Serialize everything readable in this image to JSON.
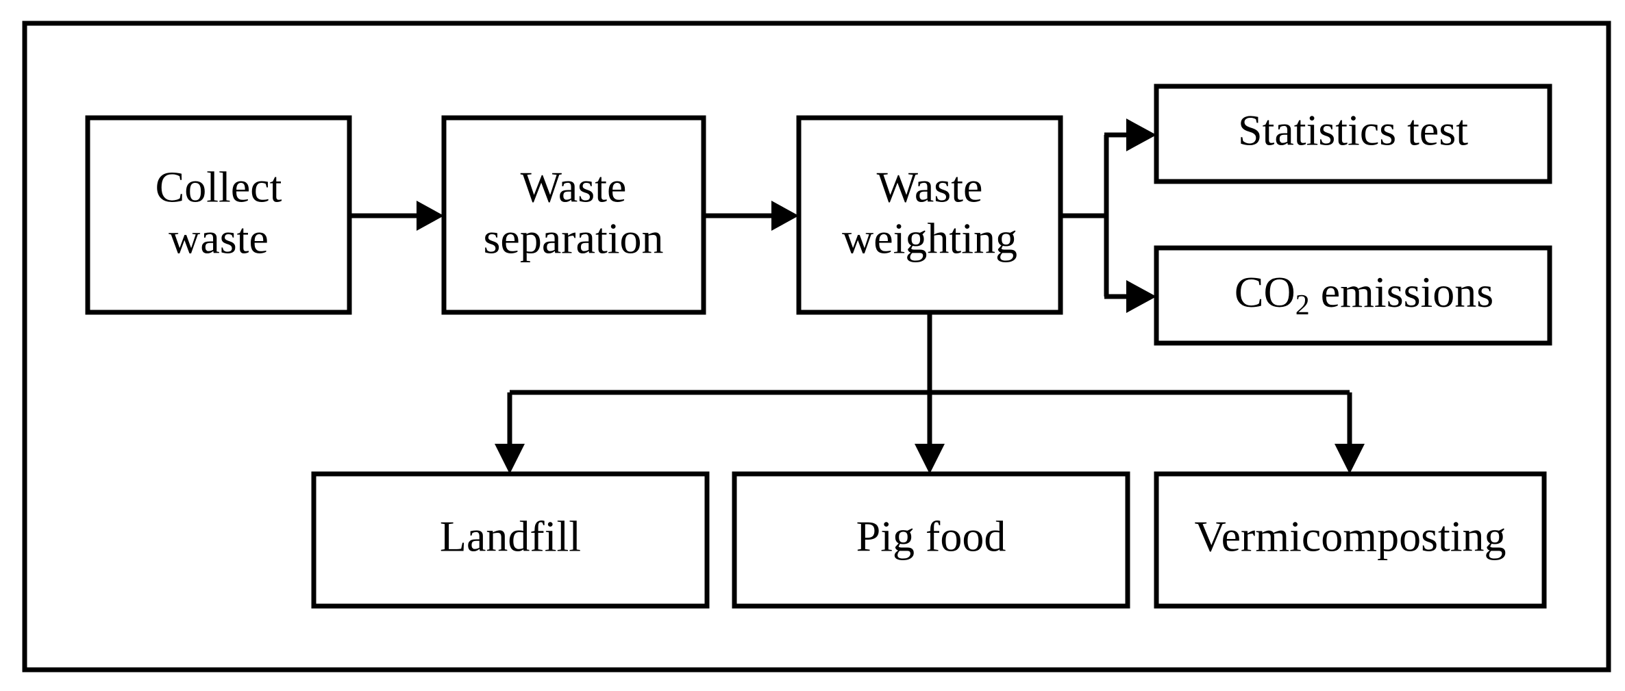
{
  "figure": {
    "type": "flowchart",
    "title": "Waste management process flow diagram",
    "orientation": "left-to-right with downward fan-out",
    "frame": {
      "stroke": "#000000",
      "fill": "#ffffff"
    },
    "colors": {
      "line": "#000000",
      "box_fill": "#ffffff",
      "box_stroke": "#000000",
      "text": "#000000"
    }
  },
  "nodes": {
    "collect_waste": {
      "line1": "Collect",
      "line2": "waste"
    },
    "waste_separation": {
      "line1": "Waste",
      "line2": "separation"
    },
    "waste_weighting": {
      "line1": "Waste",
      "line2": "weighting"
    },
    "statistics_test": {
      "label": "Statistics test"
    },
    "co2_emissions": {
      "prefix": "CO",
      "subscript": "2",
      "suffix": " emissions"
    },
    "landfill": {
      "label": "Landfill"
    },
    "pig_food": {
      "label": "Pig food"
    },
    "vermicomposting": {
      "label": "Vermicomposting"
    }
  },
  "edges": [
    {
      "from": "collect_waste",
      "to": "waste_separation",
      "style": "straight-right-arrow"
    },
    {
      "from": "waste_separation",
      "to": "waste_weighting",
      "style": "straight-right-arrow"
    },
    {
      "from": "waste_weighting",
      "to": "statistics_test",
      "style": "branch-up-right-arrow"
    },
    {
      "from": "waste_weighting",
      "to": "co2_emissions",
      "style": "branch-down-right-arrow"
    },
    {
      "from": "waste_weighting",
      "to": "landfill",
      "style": "fan-down-left-arrow"
    },
    {
      "from": "waste_weighting",
      "to": "pig_food",
      "style": "straight-down-arrow"
    },
    {
      "from": "waste_weighting",
      "to": "vermicomposting",
      "style": "fan-down-right-arrow"
    }
  ]
}
